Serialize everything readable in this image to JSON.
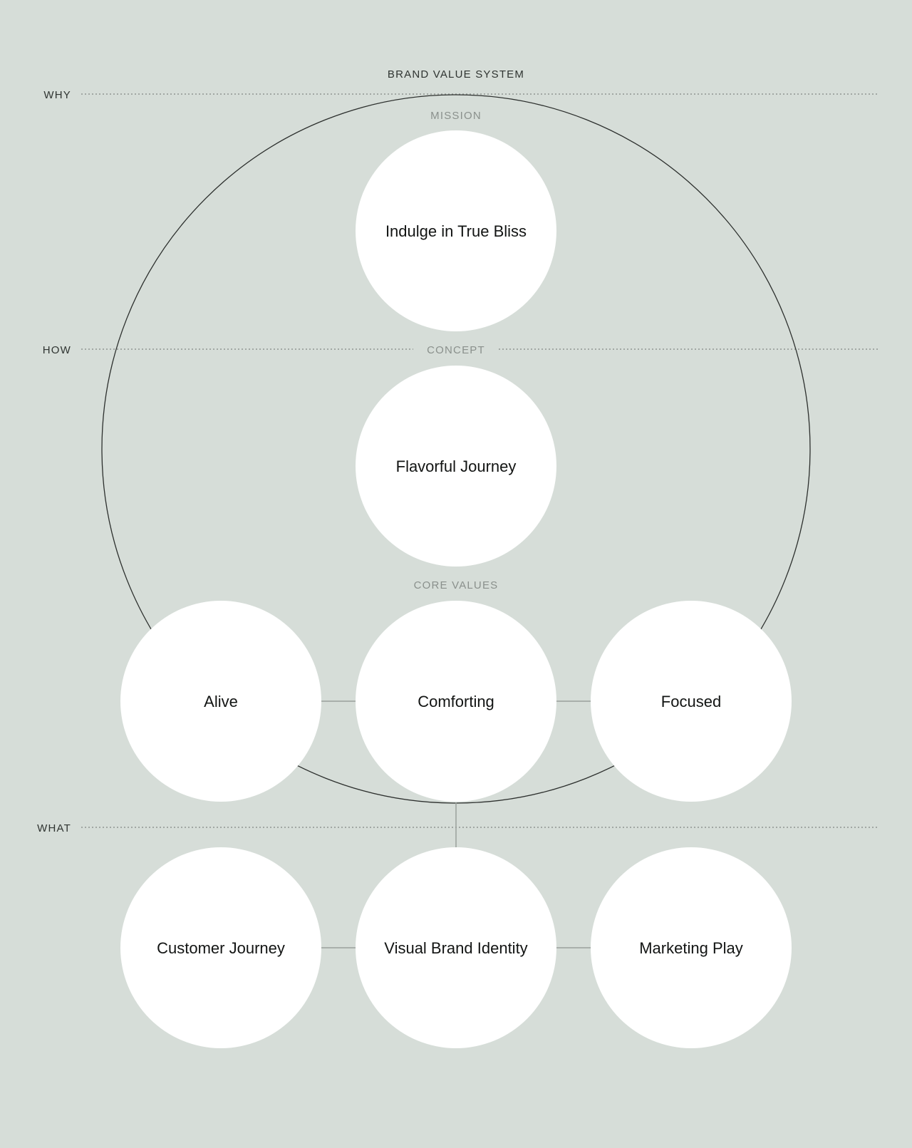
{
  "title": "BRAND VALUE SYSTEM",
  "levels": {
    "why": "WHY",
    "how": "HOW",
    "what": "WHAT"
  },
  "sections": {
    "mission": "MISSION",
    "concept": "CONCEPT",
    "core_values": "CORE VALUES"
  },
  "nodes": {
    "mission": "Indulge in True Bliss",
    "concept": "Flavorful Journey",
    "core_values": [
      "Alive",
      "Comforting",
      "Focused"
    ],
    "outputs": [
      "Customer Journey",
      "Visual Brand Identity",
      "Marketing Play"
    ]
  },
  "colors": {
    "background": "#d6ddd8",
    "node_fill": "#ffffff",
    "ring_stroke": "#2c2f2d",
    "muted_label": "#8a908c"
  }
}
